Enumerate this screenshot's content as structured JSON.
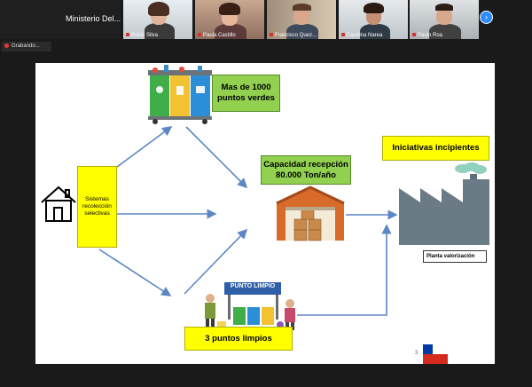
{
  "meeting": {
    "title_tile": "Ministerio  Del...",
    "participants": [
      {
        "name": "Rocio Silva"
      },
      {
        "name": "Paula Castillo"
      },
      {
        "name": "Francisco Quez..."
      },
      {
        "name": "Carolina Narea"
      },
      {
        "name": "Paulo Roa"
      }
    ],
    "recording_label": "Grabando..."
  },
  "slide": {
    "top_box": "Mas de 1000 puntos verdes",
    "capacity_box": "Capacidad recepción 80.000 Ton/año",
    "iniciativas_box": "Iniciativas incipientes",
    "sistemas_box": "Sistemas recolección selectivas",
    "puntos_limpios_box": "3 puntos limpios",
    "planta_label": "Planta valorización",
    "puntos_limpios_sign": "PUNTO LIMPIO",
    "page_number": "3"
  },
  "colors": {
    "label_green": "#92d050",
    "label_yellow": "#ffff00",
    "arrow": "#5b87c5",
    "factory": "#6b7b86",
    "accent_blue": "#2d8cff",
    "flag_blue": "#0039a6",
    "flag_red": "#d52b1e"
  },
  "icons": [
    "house-icon",
    "recycling-bins-icon",
    "warehouse-icon",
    "factory-icon",
    "clean-point-illustration",
    "chile-flag-icon"
  ]
}
